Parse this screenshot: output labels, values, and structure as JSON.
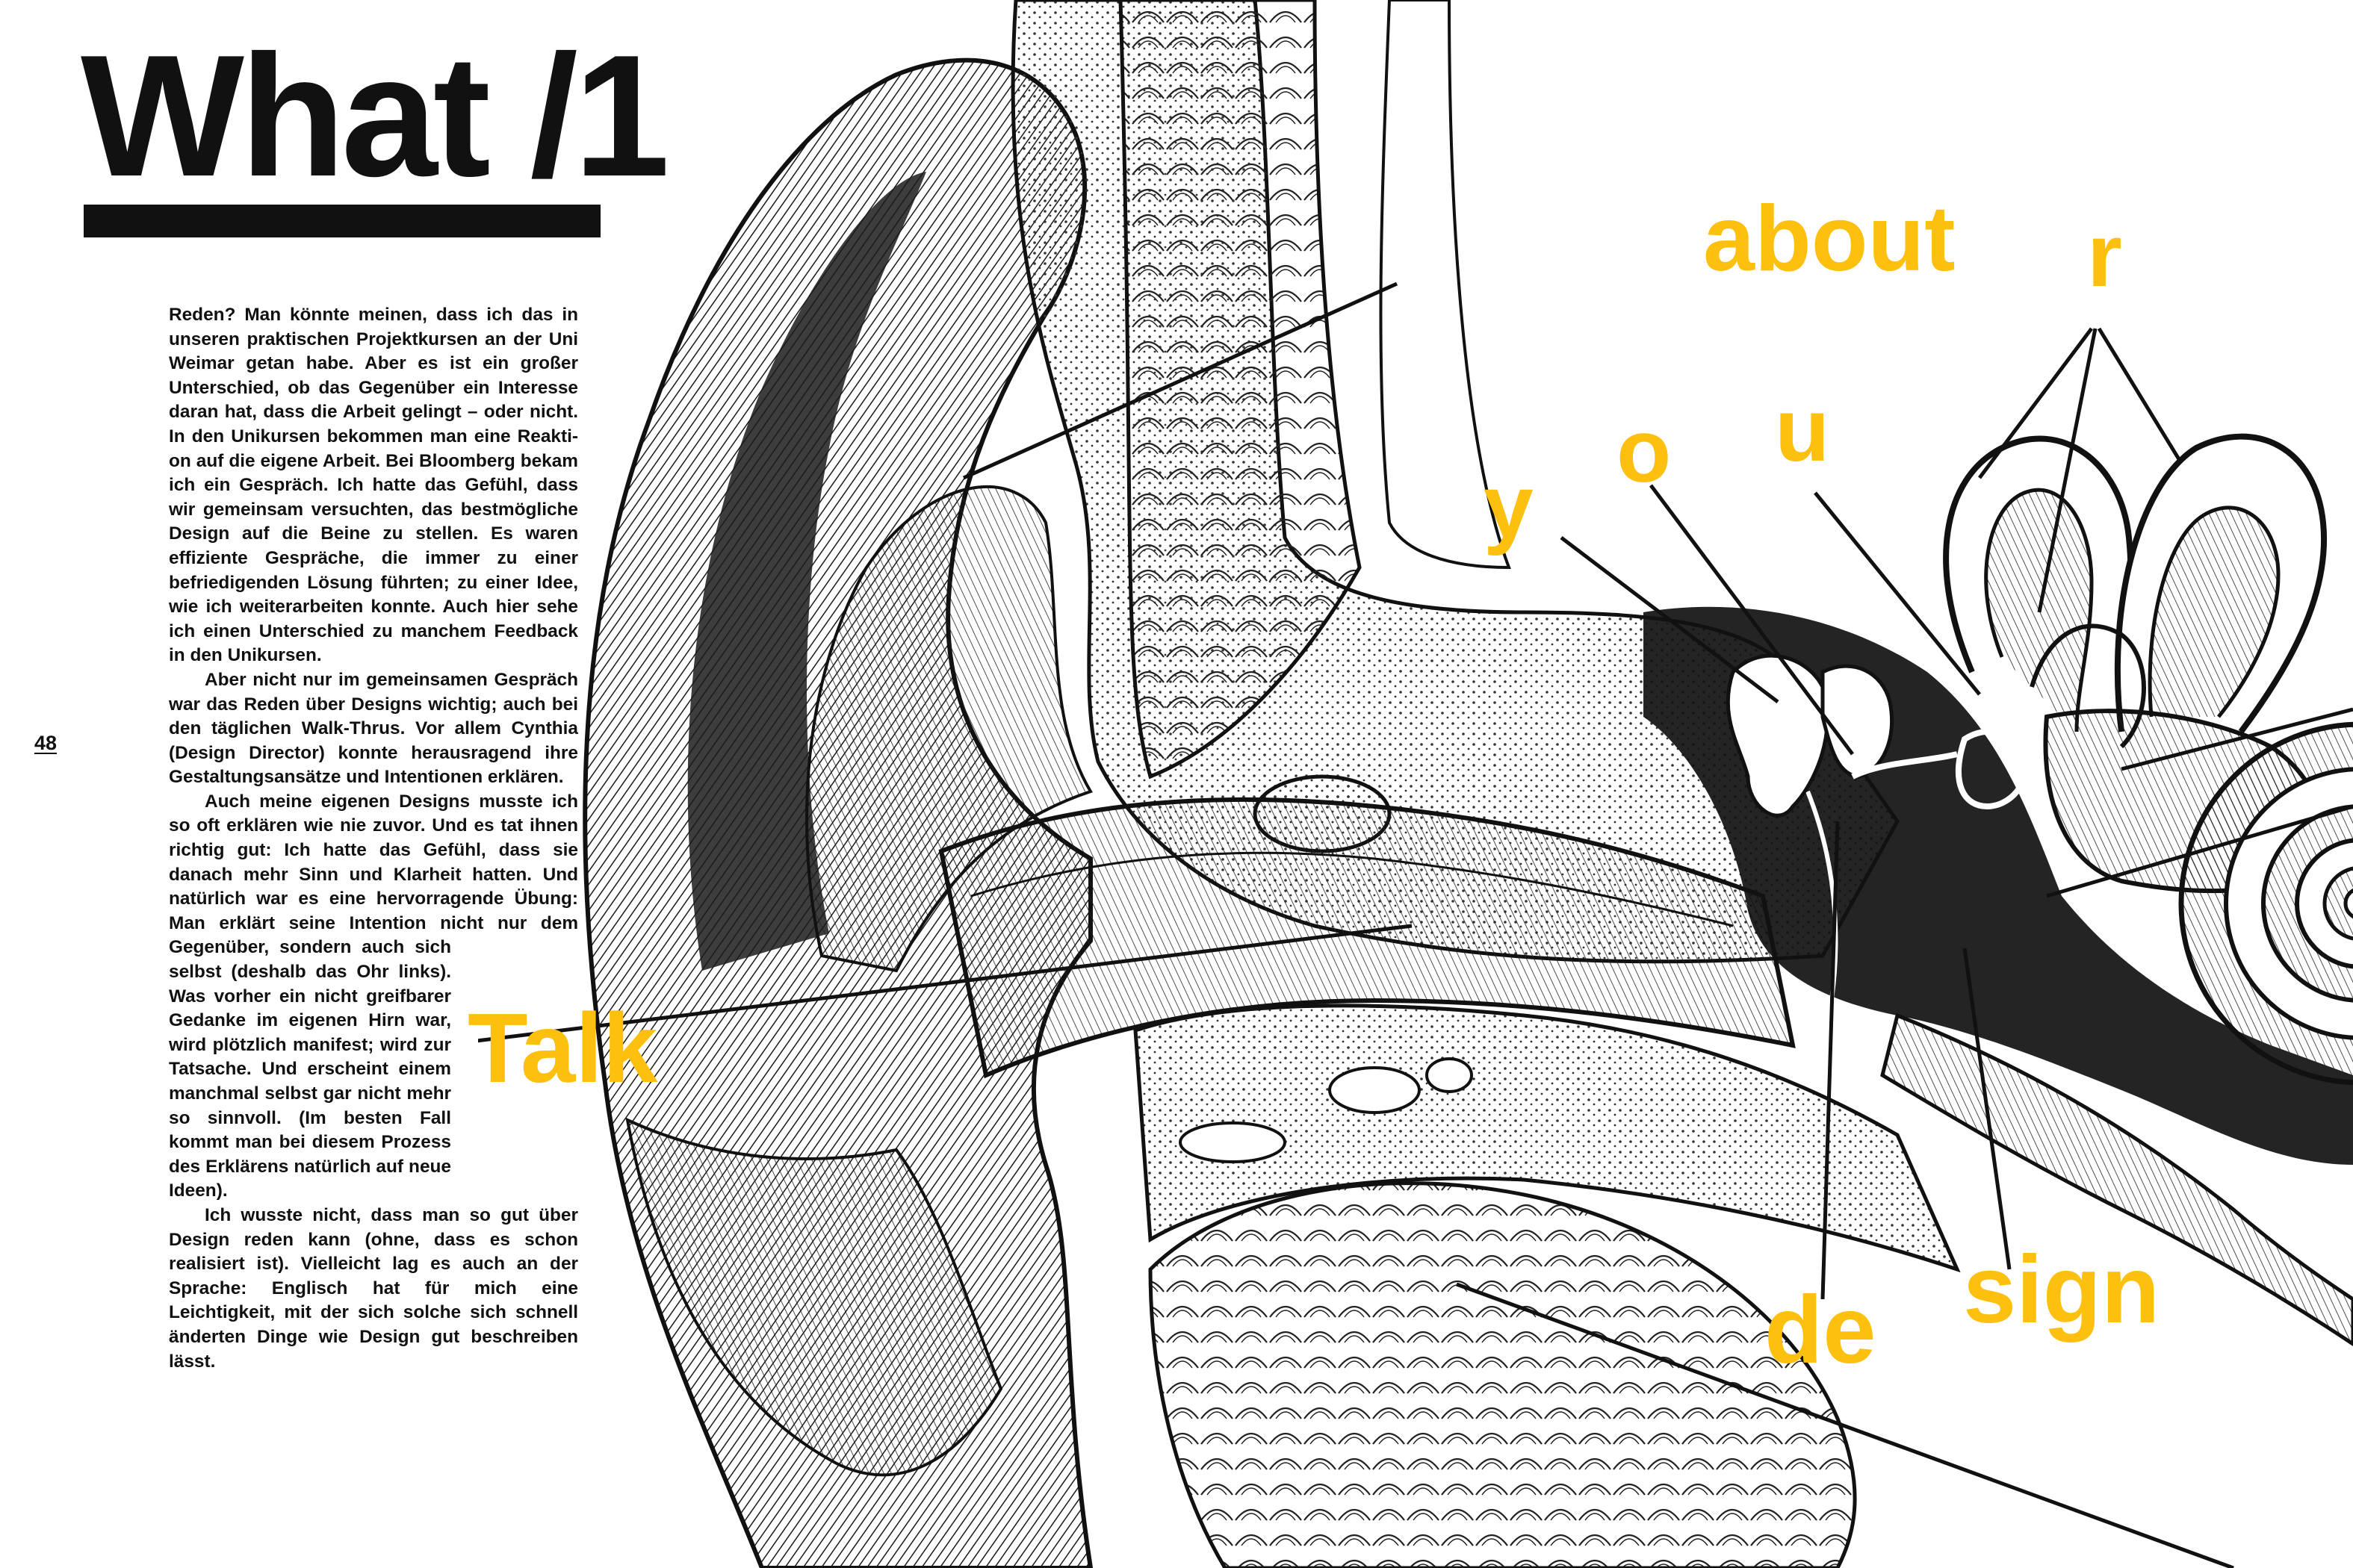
{
  "colors": {
    "accent": "#FDC00F",
    "ink": "#111111",
    "paper": "#ffffff"
  },
  "title": "What /1",
  "page_number": "48",
  "body_paragraphs": [
    "Reden? Man könnte meinen, dass ich das in unseren praktischen Projektkur­sen an der Uni Weimar getan habe. Aber es ist ein großer Unterschied, ob das Ge­genüber ein Interesse daran hat, dass die Arbeit gelingt – oder nicht. In den Unikursen bekommen man eine Reakti­on auf die eigene Arbeit. Bei Bloomberg bekam ich ein Gespräch. Ich hatte das Gefühl, dass wir gemeinsam versuch­ten, das bestmögliche Design auf die Beine zu stellen. Es waren effiziente Gespräche, die immer zu einer befriedi­genden Lösung führten; zu einer Idee, wie ich weiterarbeiten konnte. Auch hier sehe ich einen Unterschied zu manchem Feedback in den Unikursen.",
    "Aber nicht nur im gemeinsamen Ge­spräch war das Reden über Designs wichtig; auch bei den täglichen Walk-Thrus. Vor allem Cynthia (Design Direc­tor) konnte herausragend ihre Gestal­tungsansätze und Intentionen erklären.",
    "Auch meine eigenen Designs musste ich so oft erklären wie nie zuvor. Und es tat ihnen richtig gut: Ich hatte das Gefühl, dass sie danach mehr Sinn und Klarheit hatten. Und natürlich war es eine hervorragende Übung: Man erklärt seine Intention nicht nur dem Gegenüber, sondern auch sich selbst (deshalb das Ohr links). Was vorher ein nicht greifbarer Gedanke im eigenen Hirn war, wird plötz­lich manifest; wird zur Tatsache. Und erscheint einem manchmal selbst gar nicht mehr so sinnvoll. (Im besten Fall kommt man bei diesem Prozess des Er­klärens natürlich auf neue Ideen).",
    "Ich wusste nicht, dass man so gut über Design reden kann (ohne, dass es schon realisiert ist). Vielleicht lag es auch an der Sprache: Englisch hat für mich eine Leichtigkeit, mit der sich solche sich schnell änderten Dinge wie Design gut beschreiben lässt."
  ],
  "labels": {
    "talk": "Talk",
    "about": "about",
    "y": "y",
    "o": "o",
    "u": "u",
    "r": "r",
    "de": "de",
    "sign": "sign"
  },
  "illustration": {
    "subject": "ear-anatomy-engraving"
  }
}
